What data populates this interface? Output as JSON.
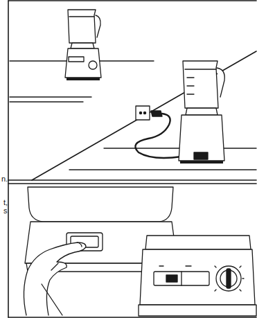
{
  "diagram": {
    "labels": [
      "n.",
      "t,",
      "s"
    ]
  }
}
